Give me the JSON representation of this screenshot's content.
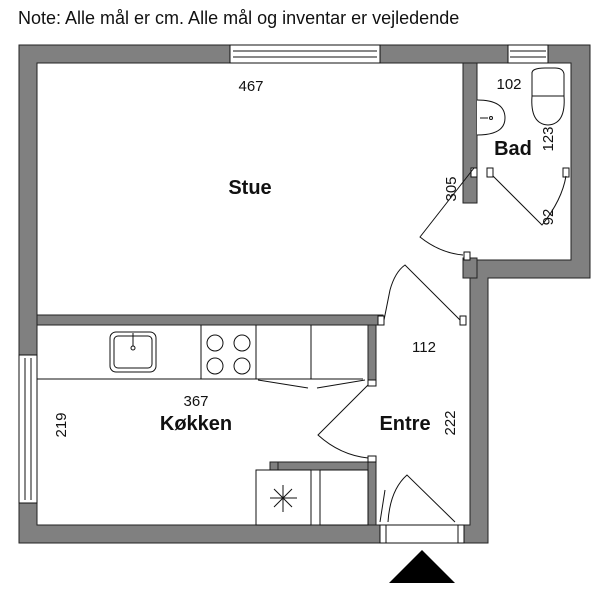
{
  "note": "Note: Alle mål er cm. Alle mål og inventar er vejledende",
  "rooms": {
    "stue": "Stue",
    "bad": "Bad",
    "kokken": "Køkken",
    "entre": "Entre"
  },
  "dimensions": {
    "stue_width": "467",
    "stue_depth": "305",
    "bad_width": "102",
    "bad_depth": "123",
    "bad_door": "92",
    "kokken_width": "367",
    "kokken_depth": "219",
    "entre_width": "112",
    "entre_depth": "222"
  },
  "colors": {
    "wall": "#808080",
    "line": "#111111"
  }
}
